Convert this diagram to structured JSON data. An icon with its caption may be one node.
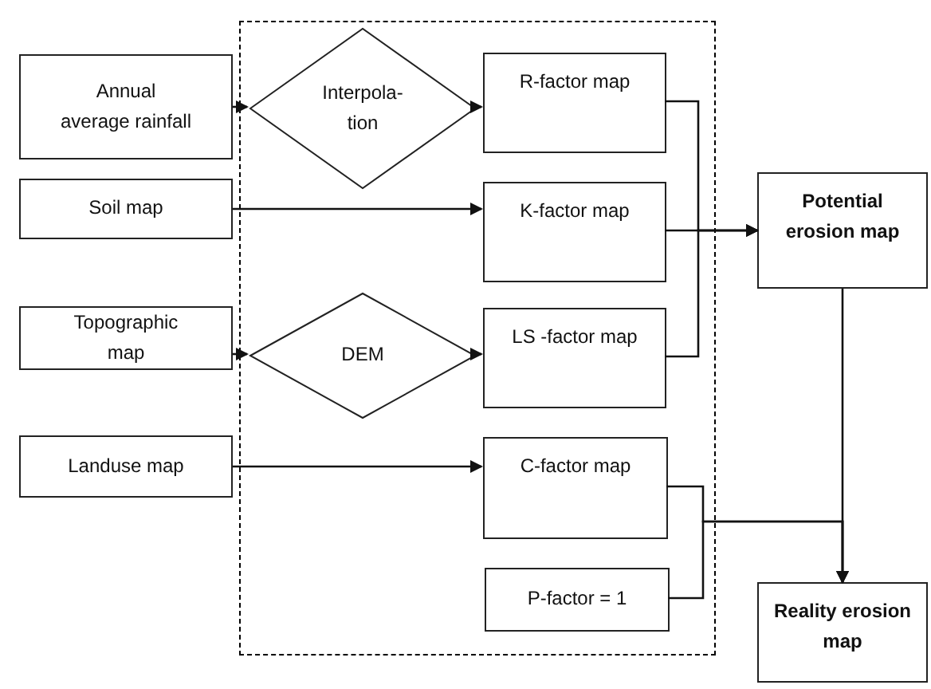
{
  "diagram": {
    "nodes": [
      {
        "text": [],
        "shape": "box"
      },
      {
        "text": [
          "Annual average rainfall"
        ]
      },
      {
        "text": [
          "Soil map"
        ]
      },
      {
        "text": [
          "Topographic map"
        ]
      },
      {
        "text": [
          "Landuse map"
        ]
      },
      {
        "text": [
          "Interpola- tion"
        ],
        "in": 0
      },
      {
        "text": [
          "DEM"
        ],
        "in": 0
      },
      {
        "text": [
          "R-factor map"
        ],
        "in": 0
      },
      {
        "text": [
          "K-factor map"
        ],
        "in": 0
      },
      {
        "text": [
          "LS -factor map"
        ],
        "in": 0
      },
      {
        "text": [
          "C-factor map"
        ],
        "in": 0
      },
      {
        "text": [
          "P-factor = 1"
        ],
        "in": 0
      },
      {
        "text": [
          "Potential erosion map"
        ]
      },
      {
        "text": [
          "Reality erosion map"
        ]
      }
    ],
    "edges": [
      {
        "from": 1,
        "to": 5,
        "arrow": "to"
      },
      {
        "from": 5,
        "to": 7,
        "arrow": "to"
      },
      {
        "from": 2,
        "to": 8,
        "arrow": "to"
      },
      {
        "from": 3,
        "to": 6,
        "arrow": "to"
      },
      {
        "from": 6,
        "to": 9,
        "arrow": "to"
      },
      {
        "from": 4,
        "to": 10,
        "arrow": "to"
      },
      {
        "from": 7,
        "to": 12,
        "arrow": "to"
      },
      {
        "from": 8,
        "to": 12,
        "arrow": "to"
      },
      {
        "from": 9,
        "to": 12,
        "arrow": "to"
      },
      {
        "from": 12,
        "to": 13,
        "arrow": "to"
      },
      {
        "from": 10,
        "to": 13,
        "arrow": "to"
      },
      {
        "from": 11,
        "to": 13,
        "arrow": "to"
      }
    ]
  }
}
